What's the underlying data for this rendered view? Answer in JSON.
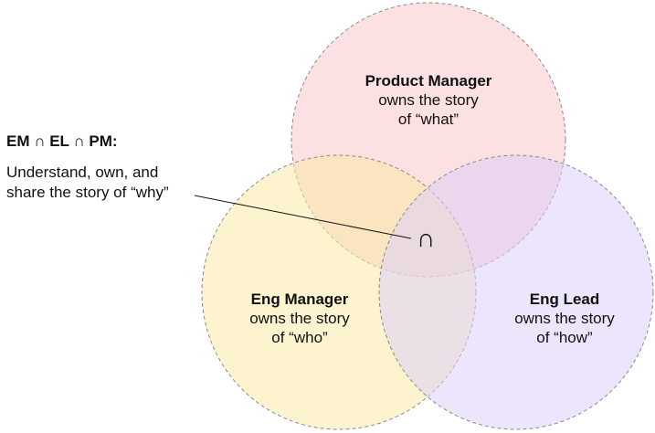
{
  "diagram": {
    "circles": [
      {
        "id": "pm",
        "title": "Product Manager",
        "line1": "owns the story",
        "line2": "of “what”",
        "fill": "#f8c8c8"
      },
      {
        "id": "em",
        "title": "Eng Manager",
        "line1": "owns the story",
        "line2": "of “who”",
        "fill": "#fbeaa7"
      },
      {
        "id": "el",
        "title": "Eng Lead",
        "line1": "owns the story",
        "line2": "of “how”",
        "fill": "#ddd0f7"
      }
    ],
    "stroke_color": "#8a8a8a",
    "intersection": {
      "title": "EM ∩ EL ∩ PM:",
      "line1": "Understand, own, and",
      "line2": "share the story of “why”",
      "symbol": "∩"
    }
  }
}
